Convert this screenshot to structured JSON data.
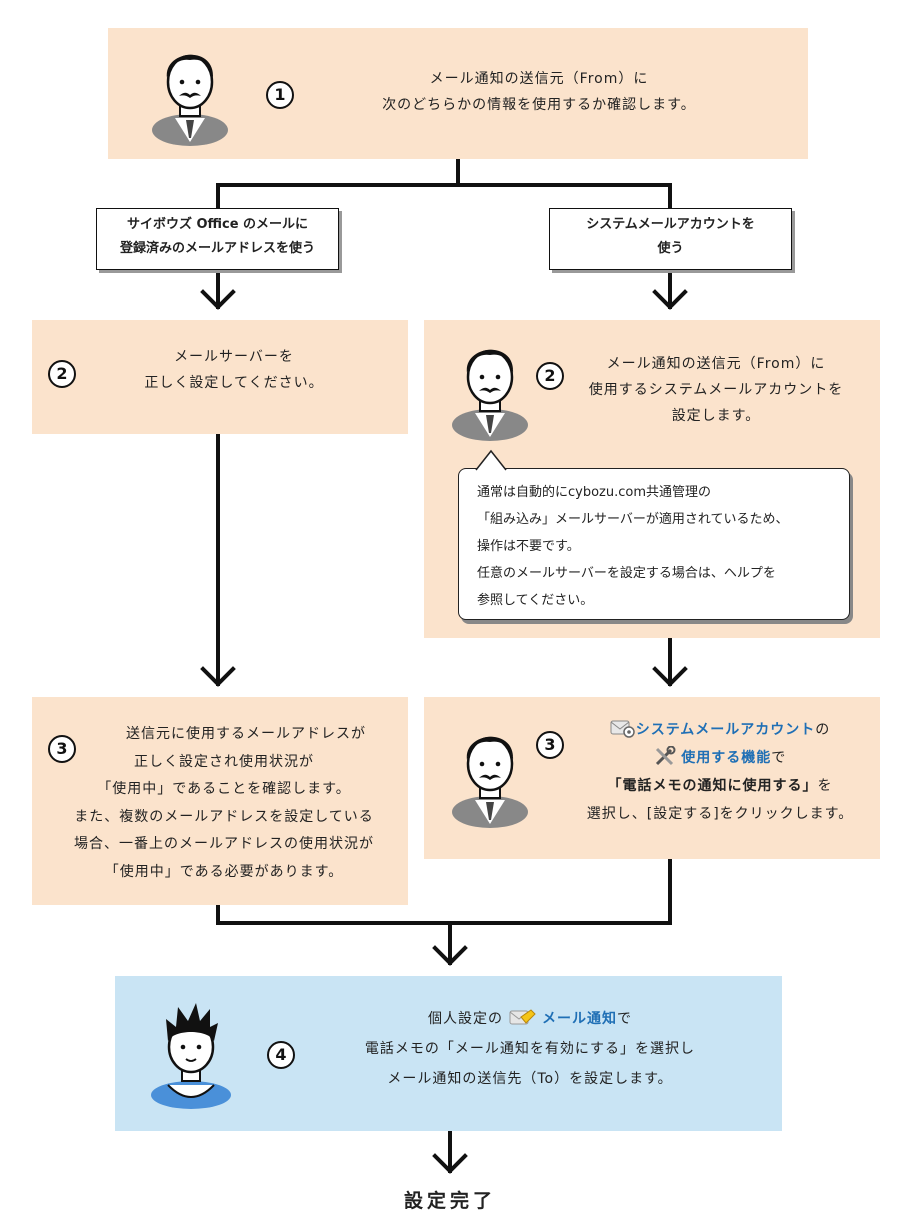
{
  "step1": {
    "number": "1",
    "lines": [
      "メール通知の送信元（From）に",
      "次のどちらかの情報を使用するか確認します。"
    ]
  },
  "choice_left": {
    "lines": [
      "サイボウズ Office のメールに",
      "登録済みのメールアドレスを使う"
    ]
  },
  "choice_right": {
    "lines": [
      "システムメールアカウントを",
      "使う"
    ]
  },
  "step2_left": {
    "number": "2",
    "lines": [
      "メールサーバーを",
      "正しく設定してください。"
    ]
  },
  "step2_right": {
    "number": "2",
    "lines": [
      "メール通知の送信元（From）に",
      "使用するシステムメールアカウントを",
      "設定します。"
    ],
    "note_lines": [
      "通常は自動的にcybozu.com共通管理の",
      "「組み込み」メールサーバーが適用されているため、",
      "操作は不要です。",
      "任意のメールサーバーを設定する場合は、ヘルプを",
      "参照してください。"
    ]
  },
  "step3_left": {
    "number": "3",
    "lines": [
      "送信元に使用するメールアドレスが",
      "正しく設定され使用状況が",
      "「使用中」であることを確認します。",
      "また、複数のメールアドレスを設定している",
      "場合、一番上のメールアドレスの使用状況が",
      "「使用中」である必要があります。"
    ]
  },
  "step3_right": {
    "number": "3",
    "link1": "システムメールアカウント",
    "after1": "の",
    "link2": "使用する機能",
    "after2": "で",
    "emph": "「電話メモの通知に使用する」",
    "after3": "を",
    "line4": "選択し、[設定する]をクリックします。"
  },
  "step4": {
    "number": "4",
    "prefix": "個人設定の",
    "link": "メール通知",
    "suffix": "で",
    "line2": "電話メモの「メール通知を有効にする」を選択し",
    "line3": "メール通知の送信先（To）を設定します。"
  },
  "final": "設定完了",
  "colors": {
    "peach": "#fbe3cc",
    "blue": "#c9e4f4",
    "link": "#1f6fb5"
  }
}
